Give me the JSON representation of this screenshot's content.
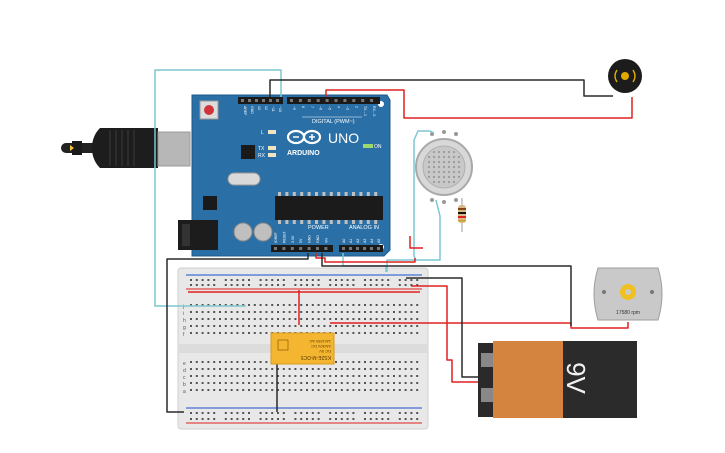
{
  "arduino": {
    "logo_text": "ARDUINO",
    "model": "UNO",
    "digital_label": "DIGITAL (PWM~)",
    "power_label": "POWER",
    "analog_label": "ANALOG IN",
    "led_l": "L",
    "led_tx": "TX",
    "led_rx": "RX",
    "on_label": "ON",
    "digital_pins": [
      "AREF",
      "GND",
      "13",
      "12",
      "~11",
      "~10",
      "~9",
      "8",
      "7",
      "~6",
      "~5",
      "4",
      "~3",
      "2",
      "TX→1",
      "RX←0"
    ],
    "power_pins": [
      "IOREF",
      "RESET",
      "3.3V",
      "5V",
      "GND",
      "GND",
      "Vin"
    ],
    "analog_pins": [
      "A0",
      "A1",
      "A2",
      "A3",
      "A4",
      "A5"
    ]
  },
  "relay": {
    "lines": [
      "KS2E-M-DC5",
      "DC 5V",
      "2A/30V DC",
      "1A/125V AC"
    ]
  },
  "battery": {
    "label": "9V"
  },
  "motor": {
    "label": "17580 rpm"
  },
  "breadboard": {
    "row_letters_top": [
      "j",
      "i",
      "h",
      "g",
      "f"
    ],
    "row_letters_bottom": [
      "e",
      "d",
      "c",
      "b",
      "a"
    ]
  },
  "colors": {
    "board": "#2a6fa6",
    "board_dark": "#1f5a8a",
    "wire_red": "#e0201e",
    "wire_black": "#2a2a2a",
    "wire_cyan": "#7cc7d1",
    "breadboard": "#e6e6e6",
    "relay": "#f4b531",
    "battery_orange": "#d4843f"
  }
}
